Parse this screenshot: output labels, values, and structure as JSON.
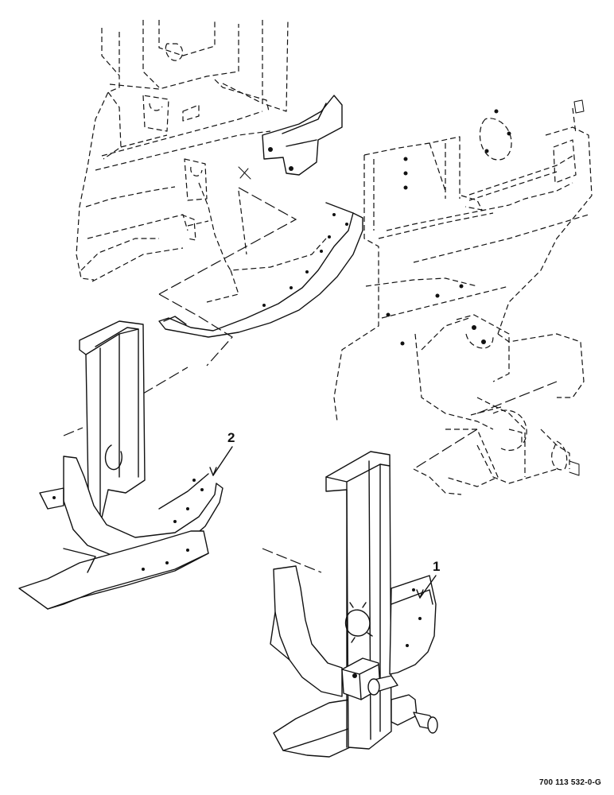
{
  "diagram": {
    "callouts": [
      {
        "number": "1"
      },
      {
        "number": "2"
      }
    ],
    "part_code": "700 113 532-0-G"
  }
}
